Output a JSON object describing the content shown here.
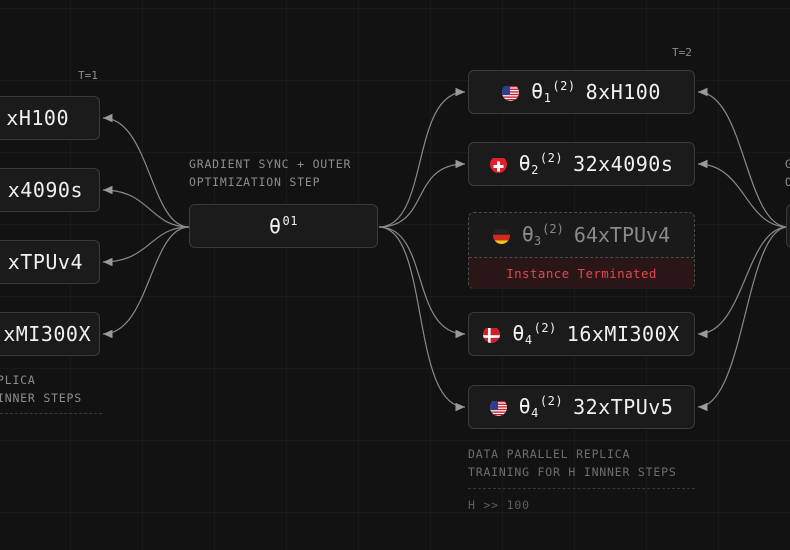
{
  "left": {
    "t_label": "T=1",
    "nodes": [
      {
        "label": "xH100"
      },
      {
        "label": "x4090s"
      },
      {
        "label": "xTPUv4"
      },
      {
        "label": "xMI300X"
      }
    ],
    "caption_line1": "PLICA",
    "caption_line2": "INNER STEPS"
  },
  "center": {
    "caption_line1": "GRADIENT SYNC + OUTER",
    "caption_line2": "OPTIMIZATION STEP",
    "theta_symbol": "θ",
    "theta_superscript": "01"
  },
  "right": {
    "t_label": "T=2",
    "nodes": [
      {
        "flag": "us",
        "sub": "1",
        "sup": "(2)",
        "label": "8xH100",
        "status": "active"
      },
      {
        "flag": "ch",
        "sub": "2",
        "sup": "(2)",
        "label": "32x4090s",
        "status": "active"
      },
      {
        "flag": "de",
        "sub": "3",
        "sup": "(2)",
        "label": "64xTPUv4",
        "status": "terminated",
        "status_text": "Instance Terminated"
      },
      {
        "flag": "dk",
        "sub": "4",
        "sup": "(2)",
        "label": "16xMI300X",
        "status": "active"
      },
      {
        "flag": "us",
        "sub": "4",
        "sup": "(2)",
        "label": "32xTPUv5",
        "status": "active"
      }
    ],
    "caption_line1": "DATA PARALLEL REPLICA",
    "caption_line2": "TRAINING FOR H INNNER STEPS",
    "footnote": "H >> 100"
  },
  "far_right": {
    "caption_letters": [
      "G",
      "O"
    ]
  },
  "colors": {
    "background": "#121212",
    "node_bg": "#1b1b1b",
    "node_border": "#3a3a3a",
    "wire": "#8a8a8a",
    "terminated_text": "#e0474c"
  }
}
